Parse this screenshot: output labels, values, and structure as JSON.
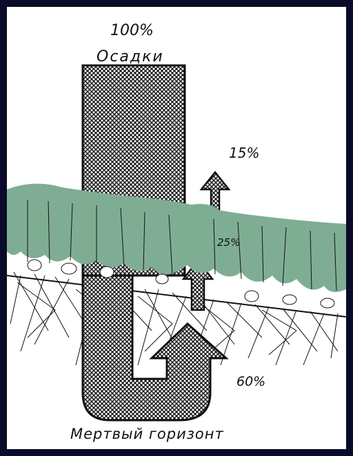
{
  "diagram": {
    "top_label_pct": "100%",
    "top_label_name": "Осадки",
    "up_arrow_pct": "15%",
    "middle_pct": "25%",
    "down_arrow_pct": "60%",
    "bottom_label": "Мертвый горизонт"
  },
  "colors": {
    "frame_border": "#0a0a2a",
    "moss": "#7fad93",
    "ink": "#111111",
    "paper": "#ffffff"
  }
}
